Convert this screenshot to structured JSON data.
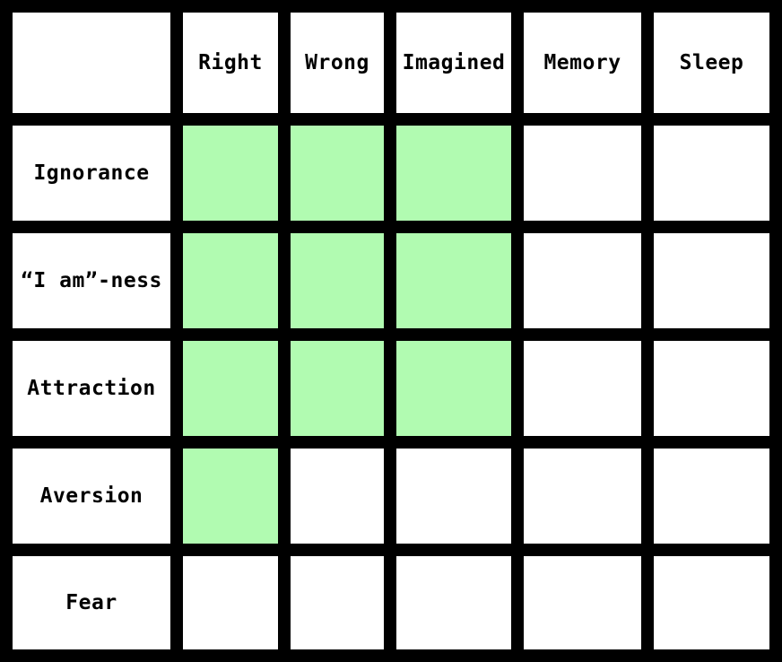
{
  "table": {
    "title": "",
    "columns": [
      "Right",
      "Wrong",
      "Imagined",
      "Memory",
      "Sleep"
    ],
    "rows": [
      {
        "label": "Ignorance",
        "cells": [
          1,
          1,
          1,
          0,
          0
        ]
      },
      {
        "label": "“I am”-ness",
        "cells": [
          1,
          1,
          1,
          0,
          0
        ]
      },
      {
        "label": "Attraction",
        "cells": [
          1,
          1,
          1,
          0,
          0
        ]
      },
      {
        "label": "Aversion",
        "cells": [
          1,
          0,
          0,
          0,
          0
        ]
      },
      {
        "label": "Fear",
        "cells": [
          0,
          0,
          0,
          0,
          0
        ]
      }
    ],
    "colors": {
      "highlight": "#b1fbb1",
      "grid_line": "#000000",
      "cell_bg": "#ffffff",
      "text": "#000000"
    }
  },
  "chart_data": {
    "type": "heatmap",
    "title": "",
    "columns": [
      "Right",
      "Wrong",
      "Imagined",
      "Memory",
      "Sleep"
    ],
    "rows": [
      "Ignorance",
      "“I am”-ness",
      "Attraction",
      "Aversion",
      "Fear"
    ],
    "values": [
      [
        1,
        1,
        1,
        0,
        0
      ],
      [
        1,
        1,
        1,
        0,
        0
      ],
      [
        1,
        1,
        1,
        0,
        0
      ],
      [
        1,
        0,
        0,
        0,
        0
      ],
      [
        0,
        0,
        0,
        0,
        0
      ]
    ],
    "value_meaning": "1 = cell filled with highlight green, 0 = white cell",
    "highlight_color": "#b1fbb1",
    "grid": true,
    "legend": false
  }
}
